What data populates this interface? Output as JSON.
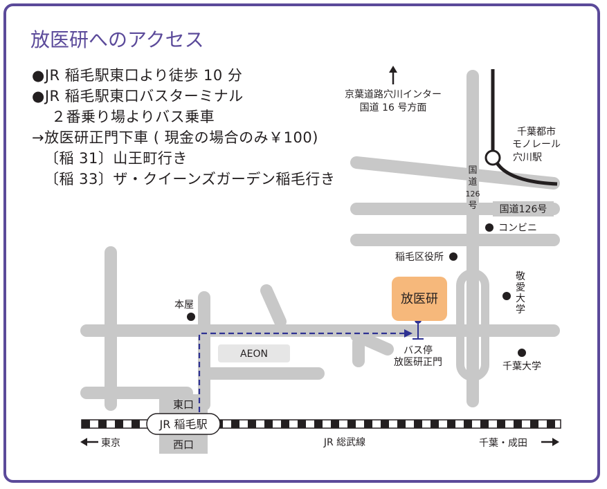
{
  "title": "放医研へのアクセス",
  "directions": {
    "line1": "●JR 稲毛駅東口より徒歩 10 分",
    "line2": "●JR 稲毛駅東口バスターミナル",
    "line3": "２番乗り場よりバス乗車",
    "line4": "→放医研正門下車 ( 現金の場合のみ￥100)",
    "line5": "〔稲 31〕山王町行き",
    "line6": "〔稲 33〕ザ・クイーンズガーデン稲毛行き"
  },
  "map": {
    "north_label_1": "京葉道路穴川インター",
    "north_label_2": "国道 16 号方面",
    "monorail_1": "千葉都市",
    "monorail_2": "モノレール",
    "monorail_3": "穴川駅",
    "route126_vertical": [
      "国",
      "道",
      "126",
      "号"
    ],
    "route126": "国道126号",
    "convenience": "コンビニ",
    "ward_office": "稲毛区役所",
    "nirs": "放医研",
    "keiai": [
      "敬",
      "愛",
      "大",
      "学"
    ],
    "chiba_univ": "千葉大学",
    "bus_stop_1": "バス停",
    "bus_stop_2": "放医研正門",
    "honya": "本屋",
    "aeon": "AEON",
    "east_exit": "東口",
    "west_exit": "西口",
    "station": "JR 稲毛駅",
    "line_name": "JR 総武線",
    "to_tokyo": "東京",
    "to_chiba": "千葉・成田"
  },
  "colors": {
    "frame": "#5b4a9a",
    "road": "#c8c8c8",
    "route": "#2e3192",
    "nirs_box": "#f6b87b"
  }
}
